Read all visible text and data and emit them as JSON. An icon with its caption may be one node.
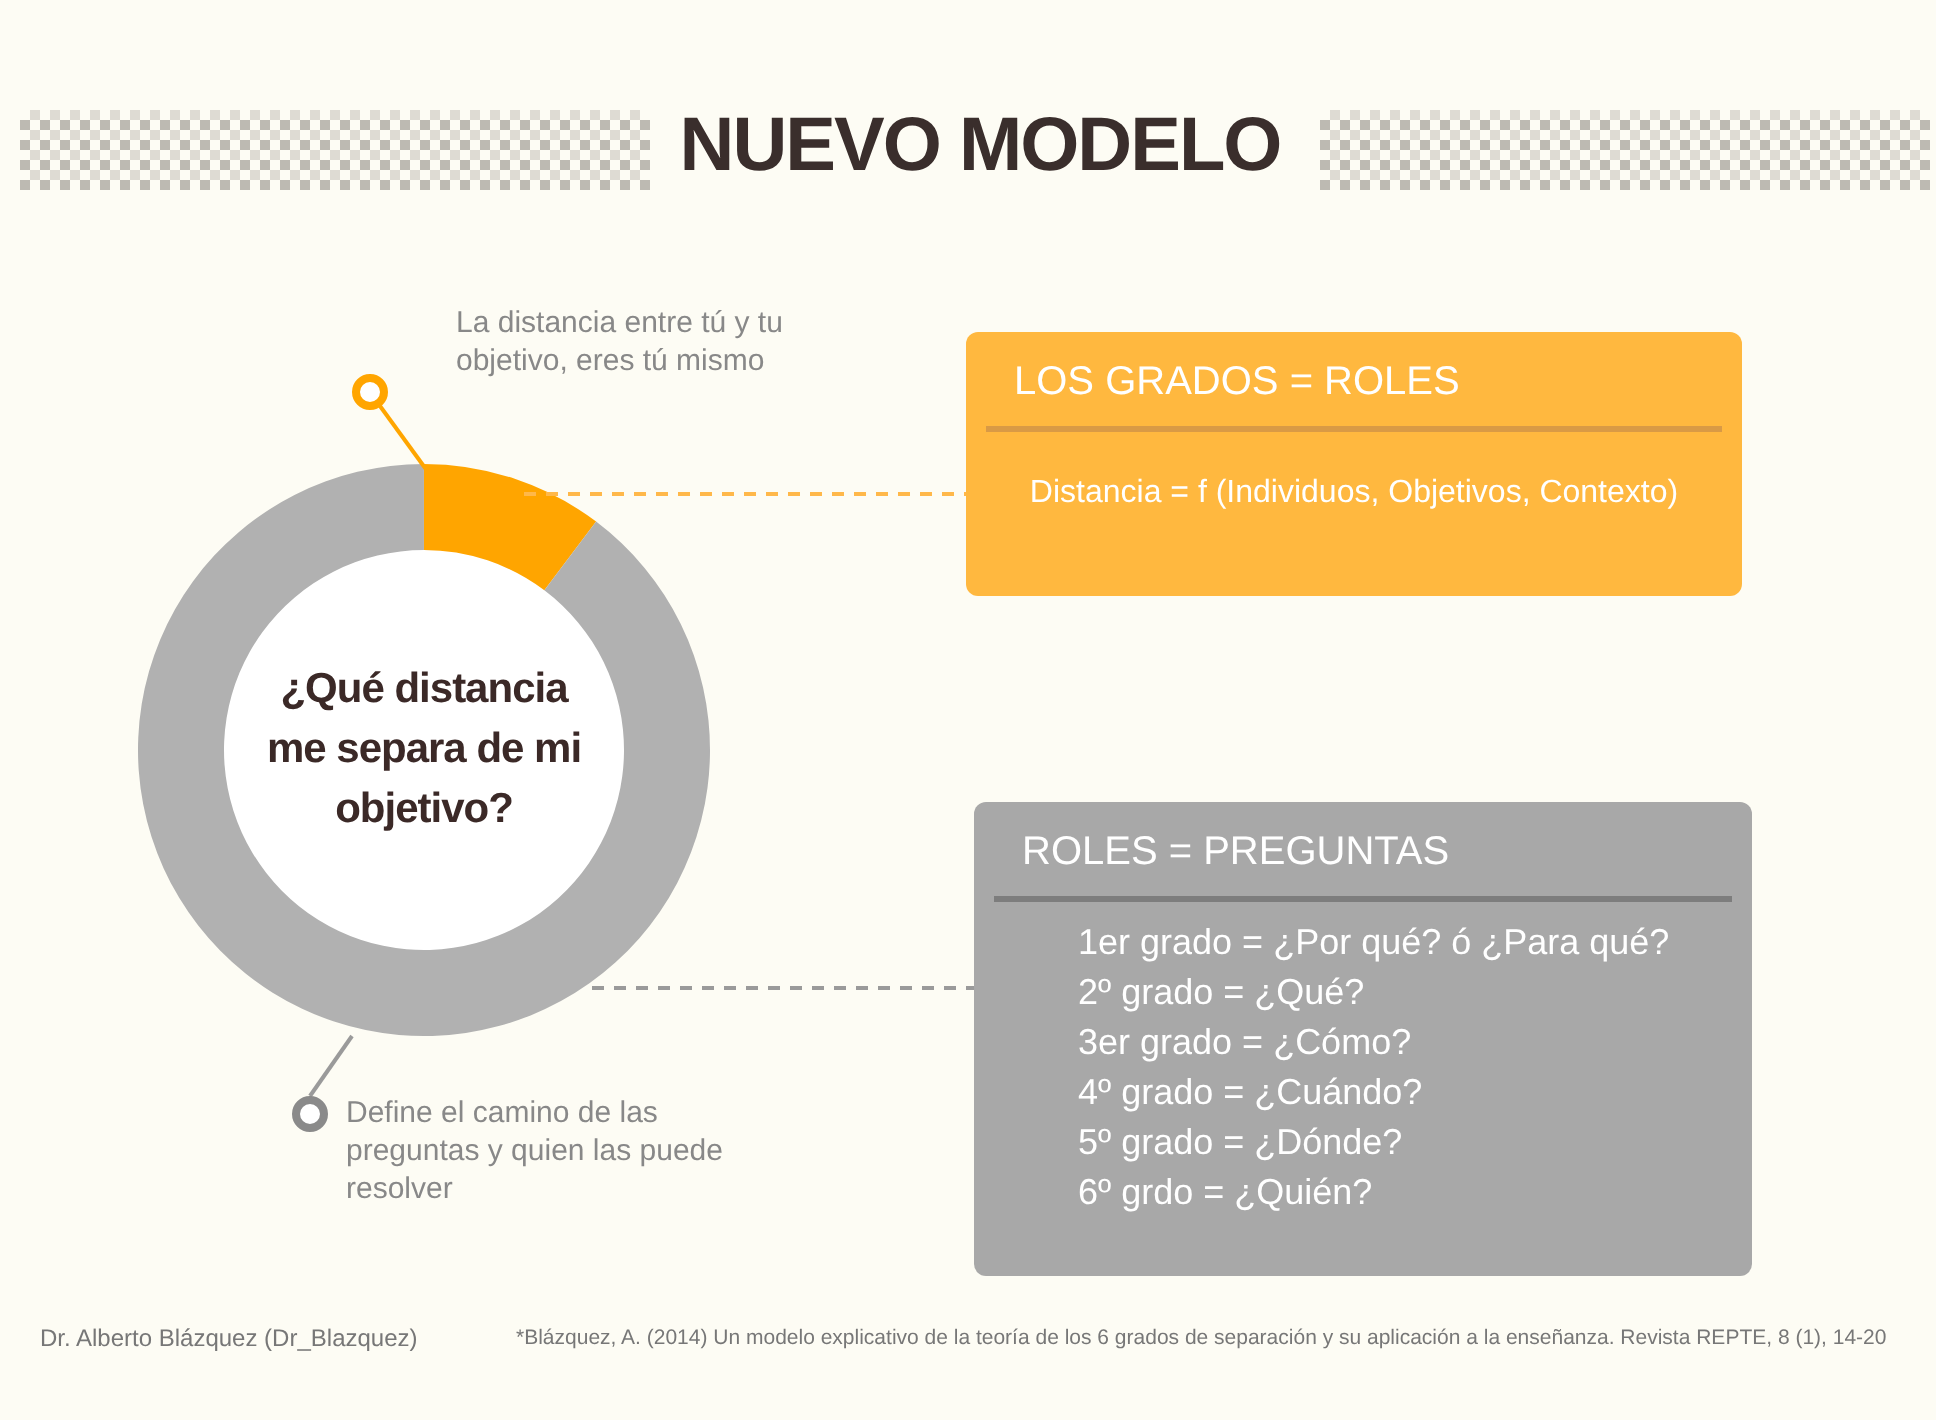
{
  "diagram": {
    "title": "NUEVO MODELO",
    "nodes": [
      {
        "text": [
          "La distancia entre tú y tu objetivo, eres tú mismo"
        ]
      },
      {
        "text": [],
        "shape": "segment"
      },
      {
        "text": [],
        "shape": "segment"
      },
      {
        "text": [
          "¿Qué distancia me separa de mi objetivo?"
        ]
      },
      {
        "text": [
          "LOS GRADOS = ROLES",
          "Distancia = f (Individuos, Objetivos, Contexto)"
        ]
      },
      {
        "text": [
          "ROLES = PREGUNTAS",
          "1er grado = ¿Por qué? ó ¿Para qué?",
          "2º grado = ¿Qué?",
          "3er grado = ¿Cómo?",
          "4º grado = ¿Cuándo?",
          "5º grado = ¿Dónde?",
          "6º grdo = ¿Quién?"
        ]
      },
      {
        "text": [
          "Define el camino de las preguntas y quien las puede resolver"
        ]
      }
    ],
    "edges": [
      {
        "from": 0,
        "to": 1,
        "arrow": "none",
        "color": "#ffa500"
      },
      {
        "from": 1,
        "to": 4,
        "arrow": "none",
        "style": "dashed",
        "color": "#ffb84a"
      },
      {
        "from": 6,
        "to": 2,
        "arrow": "none",
        "color": "#9a9a9a"
      },
      {
        "from": 2,
        "to": 5,
        "arrow": "none",
        "style": "dashed",
        "color": "#9a9a9a"
      }
    ],
    "labels": [
      "Dr. Alberto Blázquez (Dr_Blazquez)",
      "*Blázquez, A. (2014) Un modelo explicativo de la teoría de los 6 grados de separación y su aplicación a la enseñanza. Revista REPTE, 8 (1), 14-20"
    ]
  }
}
